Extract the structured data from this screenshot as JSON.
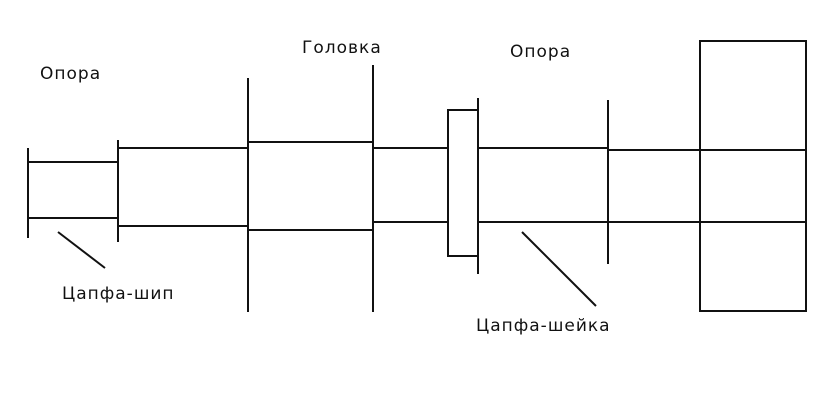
{
  "labels": {
    "support_left": "Опора",
    "head": "Головка",
    "support_right": "Опора",
    "journal_pin": "Цапфа-шип",
    "journal_neck": "Цапфа-шейка"
  },
  "style": {
    "stroke": "#111111",
    "background": "#ffffff"
  }
}
